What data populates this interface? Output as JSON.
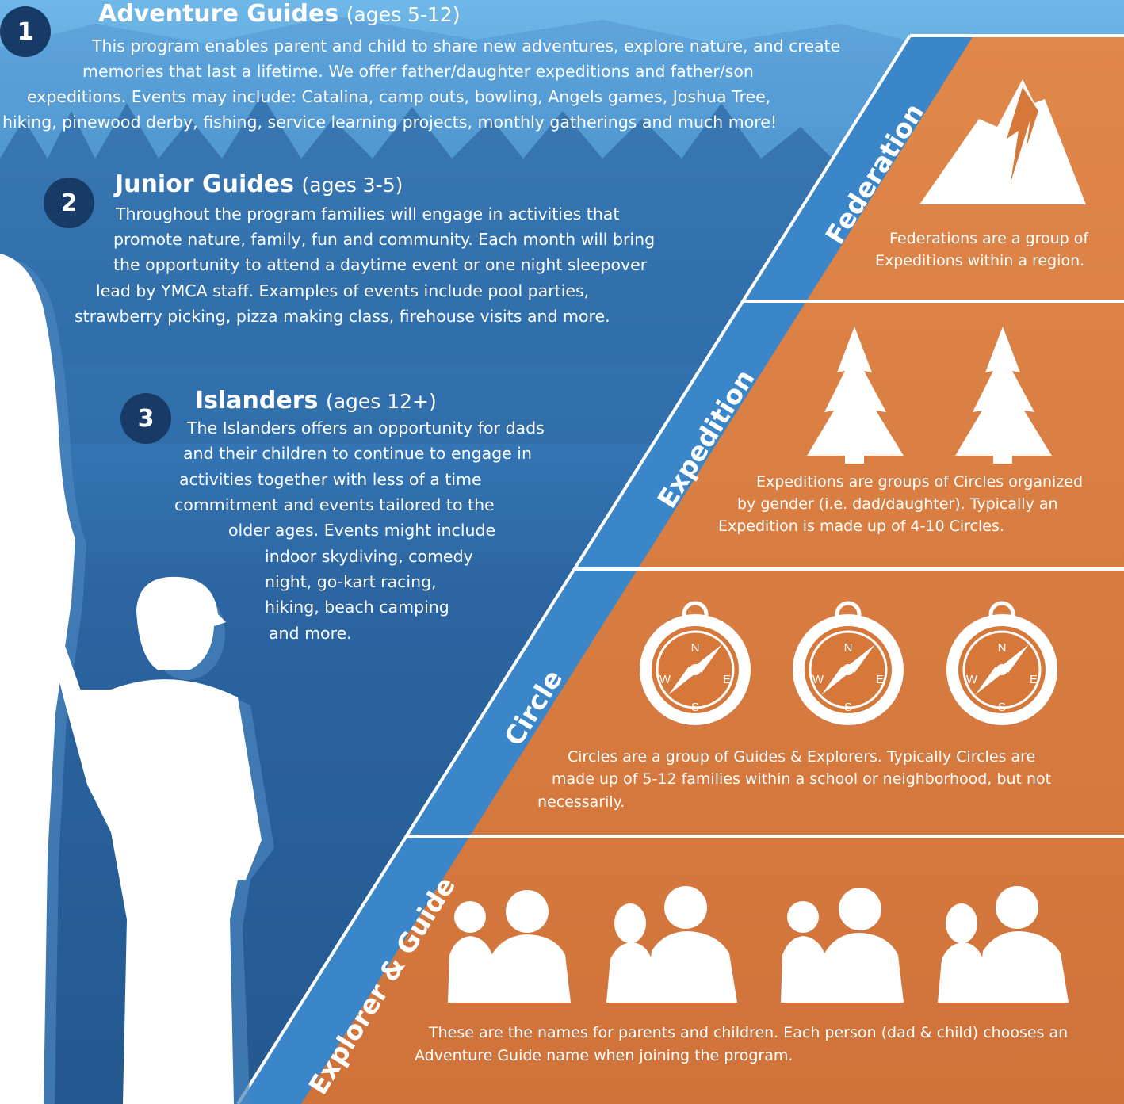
{
  "colors": {
    "sky_top": "#6fb8e8",
    "blue_mid": "#2f6ba8",
    "blue_dark": "#22578f",
    "orange": "#d5783a",
    "orange_light": "#e0874a",
    "badge": "#183a66",
    "white": "#ffffff"
  },
  "programs": [
    {
      "number": "1",
      "name": "Adventure Guides",
      "ages": "(ages 5-12)",
      "lines": [
        "This program enables parent and child to share new adventures, explore nature, and create",
        "memories that last a lifetime. We offer father/daughter expeditions and father/son",
        "expeditions. Events may include: Catalina, camp outs, bowling, Angels games, Joshua Tree,",
        "hiking, pinewood derby, fishing, service learning projects, monthly gatherings and much more!"
      ]
    },
    {
      "number": "2",
      "name": "Junior Guides",
      "ages": "(ages 3-5)",
      "lines": [
        "Throughout the program families will engage in activities that",
        "promote nature, family, fun and community. Each month will bring",
        "the opportunity to attend a daytime event or one night sleepover",
        "lead by YMCA staff. Examples of events include pool parties,",
        "strawberry picking, pizza making class, firehouse visits and more."
      ]
    },
    {
      "number": "3",
      "name": "Islanders",
      "ages": "(ages 12+)",
      "lines": [
        "The Islanders offers an opportunity for dads",
        "and their children to continue to engage in",
        "activities together with less of a time",
        "commitment and events tailored to the",
        "older ages. Events might include",
        "indoor skydiving, comedy",
        "night, go-kart racing,",
        "hiking, beach camping",
        "and more."
      ]
    }
  ],
  "tiers": [
    {
      "label": "Federation",
      "icon": "mountain-icon",
      "lines": [
        "Federations are a group of",
        "Expeditions within a region."
      ]
    },
    {
      "label": "Expedition",
      "icon": "pine-trees-icon",
      "lines": [
        "Expeditions are groups of Circles organized",
        "by gender (i.e. dad/daughter). Typically an",
        "Expedition is made up of 4-10 Circles."
      ]
    },
    {
      "label": "Circle",
      "icon": "compass-icon",
      "compass": {
        "n": "N",
        "s": "S",
        "e": "E",
        "w": "W"
      },
      "lines": [
        "Circles are a group of Guides & Explorers. Typically Circles are",
        "made up of 5-12 families within a school or neighborhood, but not",
        "necessarily."
      ]
    },
    {
      "label": "Explorer & Guide",
      "icon": "family-silhouette-icon",
      "lines": [
        "These are the names for parents and children. Each person (dad & child) chooses an",
        "Adventure Guide name when joining the program."
      ]
    }
  ]
}
